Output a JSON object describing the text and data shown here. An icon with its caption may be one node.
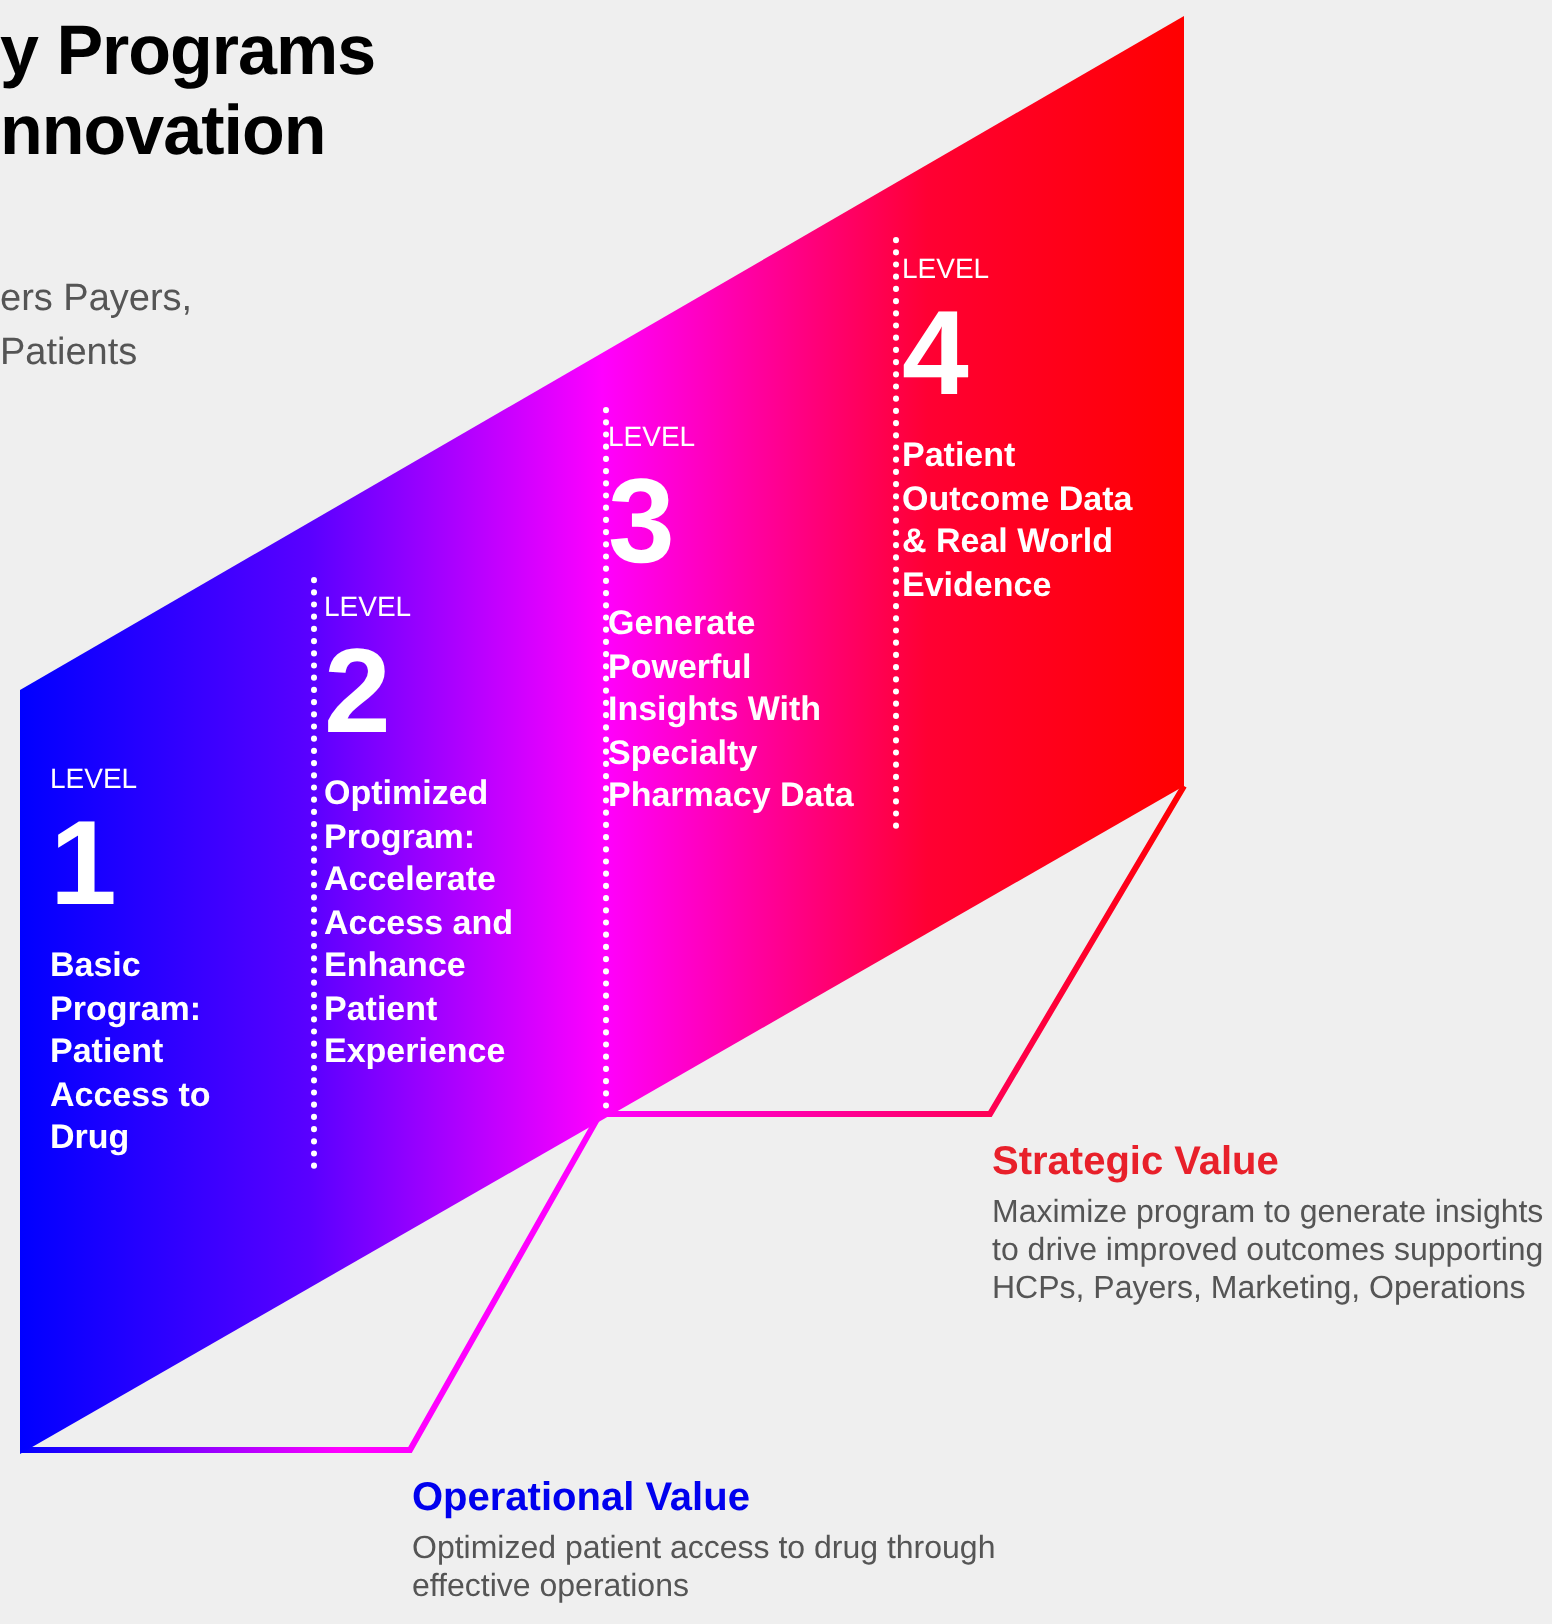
{
  "diagram": {
    "title": "y Programs nnovation",
    "nodes": [
      {
        "text": [],
        "shape": "band"
      },
      {
        "text": [
          "LEVEL",
          "1",
          "Basic Program: Patient Access to Drug"
        ],
        "in": 0
      },
      {
        "text": [
          "LEVEL",
          "2",
          "Optimized Program: Accelerate Access and Enhance Patient Experience"
        ],
        "in": 0
      },
      {
        "text": [
          "LEVEL",
          "3",
          "Generate Powerful Insights With Specialty Pharmacy Data"
        ],
        "in": 0
      },
      {
        "text": [
          "LEVEL",
          "4",
          "Patient Outcome Data & Real World Evidence"
        ],
        "in": 0
      },
      {
        "text": [
          "Strategic Value",
          "Maximize program to generate insights to drive improved outcomes supporting HCPs, Payers, Marketing, Operations"
        ]
      },
      {
        "text": [
          "Operational Value",
          "Optimized patient access to drug through effective operations"
        ]
      }
    ],
    "labels": [
      "ers Payers, Patients"
    ]
  }
}
